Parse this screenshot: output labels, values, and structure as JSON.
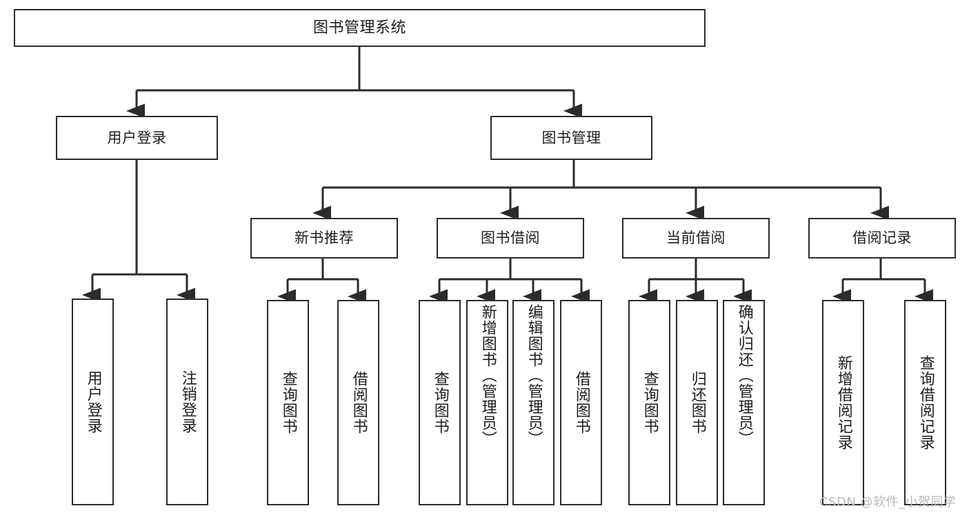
{
  "diagram": {
    "title": "图书管理系统",
    "type": "hierarchy-tree",
    "watermark": "CSDN @软件_小贺同学",
    "colors": {
      "stroke": "#2b2b2b",
      "fill": "#ffffff",
      "text": "#1d1d1d",
      "watermark": "#b9b9b9"
    },
    "nodes": {
      "root": {
        "label": "图书管理系统"
      },
      "level2": [
        {
          "id": "user-login",
          "label": "用户登录"
        },
        {
          "id": "book-manage",
          "label": "图书管理"
        }
      ],
      "level3": [
        {
          "id": "new-book-recommend",
          "label": "新书推荐"
        },
        {
          "id": "book-borrow",
          "label": "图书借阅"
        },
        {
          "id": "current-borrow",
          "label": "当前借阅"
        },
        {
          "id": "borrow-record",
          "label": "借阅记录"
        }
      ],
      "leaves": {
        "user_login": [
          {
            "id": "leaf-user-login",
            "label": "用户登录",
            "align": "center"
          },
          {
            "id": "leaf-user-logout",
            "label": "注销登录",
            "align": "center"
          }
        ],
        "new_book_recommend": [
          {
            "id": "leaf-query-book-1",
            "label": "查询图书",
            "align": "center"
          },
          {
            "id": "leaf-borrow-book-1",
            "label": "借阅图书",
            "align": "center"
          }
        ],
        "book_borrow": [
          {
            "id": "leaf-query-book-2",
            "label": "查询图书",
            "align": "center"
          },
          {
            "id": "leaf-add-book",
            "label": "新增图书（管理员）",
            "align": "top"
          },
          {
            "id": "leaf-edit-book",
            "label": "编辑图书（管理员）",
            "align": "top"
          },
          {
            "id": "leaf-borrow-book-2",
            "label": "借阅图书",
            "align": "center"
          }
        ],
        "current_borrow": [
          {
            "id": "leaf-query-book-3",
            "label": "查询图书",
            "align": "center"
          },
          {
            "id": "leaf-return-book",
            "label": "归还图书",
            "align": "center"
          },
          {
            "id": "leaf-confirm-return",
            "label": "确认归还（管理员）",
            "align": "top"
          }
        ],
        "borrow_record": [
          {
            "id": "leaf-add-record",
            "label": "新增借阅记录",
            "align": "center"
          },
          {
            "id": "leaf-query-record",
            "label": "查询借阅记录",
            "align": "center"
          }
        ]
      }
    }
  }
}
